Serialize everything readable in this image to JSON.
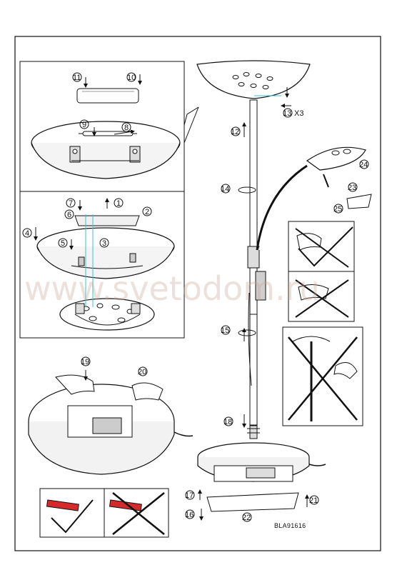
{
  "watermark": "www.svetodom.ru",
  "document_code": "BLA91616",
  "screw_qty": "X3",
  "colors": {
    "line": "#111111",
    "accent_cyan": "#2fc4d8",
    "red": "#d42a2a",
    "watermark": "#c9a79a"
  },
  "steps": {
    "s1": "1",
    "s2": "2",
    "s3": "3",
    "s4": "4",
    "s5": "5",
    "s6": "6",
    "s7": "7",
    "s8": "8",
    "s9": "9",
    "s10": "10",
    "s11": "11",
    "s12": "12",
    "s13": "13",
    "s14": "14",
    "s15": "15",
    "s16": "16",
    "s17": "17",
    "s18": "18",
    "s19": "19",
    "s20": "20",
    "s21": "21",
    "s22": "22",
    "s23": "23",
    "s24": "24",
    "s25": "25"
  }
}
